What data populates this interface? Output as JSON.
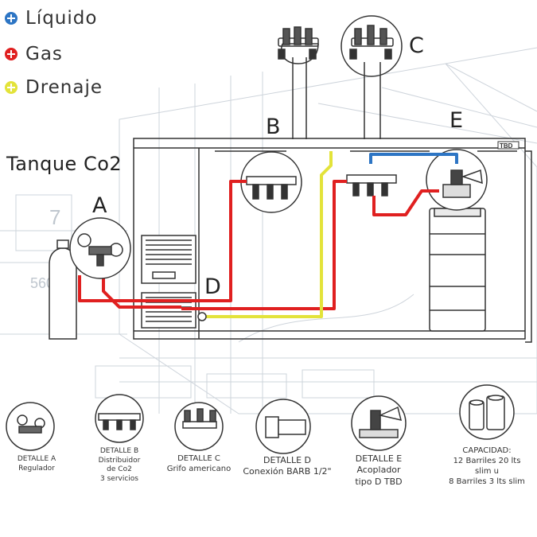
{
  "legend": {
    "liquid": {
      "label": "Líquido",
      "color": "#2d75c4"
    },
    "gas": {
      "label": "Gas",
      "color": "#e02020"
    },
    "drain": {
      "label": "Drenaje",
      "color": "#e3e33a"
    }
  },
  "labels": {
    "tank": "Tanque Co2",
    "a": "A",
    "b": "B",
    "c": "C",
    "d": "D",
    "e": "E",
    "tbd_tag": "TBD"
  },
  "details": [
    {
      "title": "DETALLE A",
      "sub1": "Regulador"
    },
    {
      "title": "DETALLE B",
      "sub1": "Distribuidor",
      "sub2": "de Co2",
      "sub3": "3 servicios"
    },
    {
      "title": "DETALLE C",
      "sub1": "Grifo americano"
    },
    {
      "title": "DETALLE D",
      "sub1": "Conexión BARB 1/2\""
    },
    {
      "title": "DETALLE E",
      "sub1": "Acoplador",
      "sub2": "tipo D TBD"
    },
    {
      "title": "CAPACIDAD:",
      "sub1": "12 Barriles 20 lts",
      "sub2": "slim u",
      "sub3": "8 Barriles 3 lts slim"
    }
  ],
  "bg_number": "560",
  "bg_digit": "7"
}
